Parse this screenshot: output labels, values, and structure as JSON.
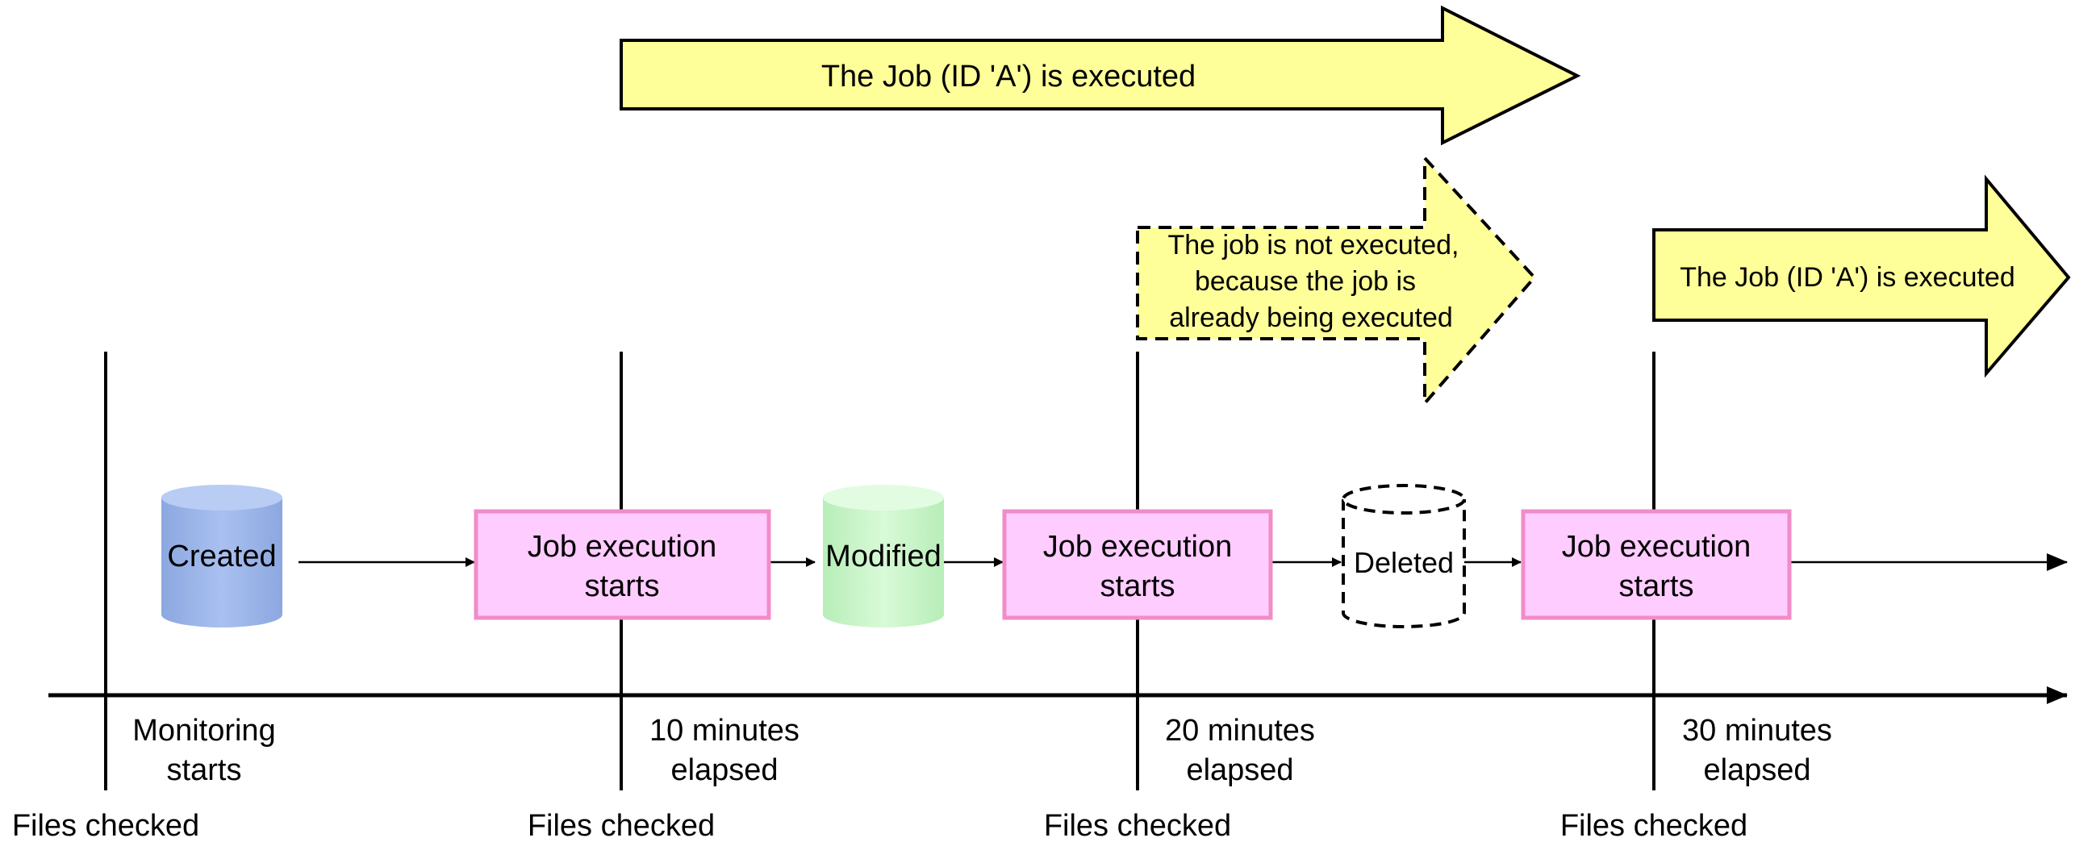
{
  "arrows": {
    "top_arrow": "The Job (ID 'A') is executed",
    "skipped_arrow": [
      "The job is not executed,",
      "because the job is",
      "already being executed"
    ],
    "right_arrow": "The Job (ID 'A') is executed"
  },
  "events": {
    "created": "Created",
    "modified": "Modified",
    "deleted": "Deleted",
    "job_start_1": [
      "Job execution",
      "starts"
    ],
    "job_start_2": [
      "Job execution",
      "starts"
    ],
    "job_start_3": [
      "Job execution",
      "starts"
    ]
  },
  "timeline": {
    "marks": [
      [
        "Monitoring",
        "starts"
      ],
      [
        "10 minutes",
        "elapsed"
      ],
      [
        "20 minutes",
        "elapsed"
      ],
      [
        "30 minutes",
        "elapsed"
      ]
    ],
    "checks": [
      "Files checked",
      "Files checked",
      "Files checked",
      "Files checked"
    ]
  },
  "colors": {
    "arrow_fill": "#FFFF99",
    "job_box_fill": "#FFCCFF",
    "job_box_border": "#F08CC8",
    "created_fill": "#99B4E8",
    "modified_fill": "#C8F5C8",
    "line": "#000000"
  }
}
